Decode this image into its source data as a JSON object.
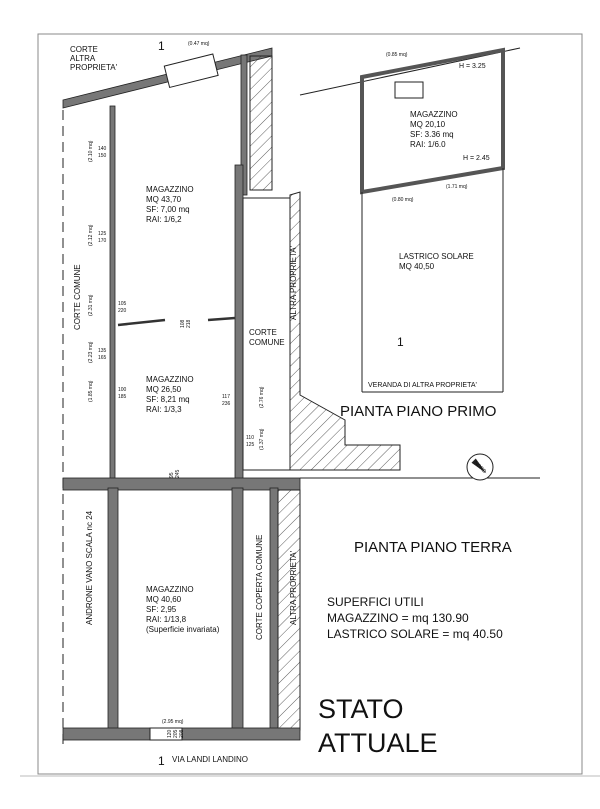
{
  "ground_floor": {
    "title": "PIANTA PIANO TERRA",
    "labels": {
      "corte_altra": [
        "CORTE",
        "ALTRA",
        "PROPRIETA'"
      ],
      "corte_comune_left": "CORTE COMUNE",
      "corte_comune_center": [
        "CORTE",
        "COMUNE"
      ],
      "altra_proprieta_upper": "ALTRA PROPRIETA'",
      "altra_proprieta_lower": "ALTRA PROPRIETA'",
      "androne": "ANDRONE VANO SCALA nc 24",
      "corte_coperta": "CORTE COPERTA COMUNE",
      "street": "VIA LANDI LANDINO",
      "section_mark": "1"
    },
    "rooms": [
      {
        "lines": [
          "MAGAZZINO",
          "MQ 43,70",
          "SF: 7,00 mq",
          "RAI: 1/6,2"
        ]
      },
      {
        "lines": [
          "MAGAZZINO",
          "MQ 26,50",
          "SF: 8,21 mq",
          "RAI: 1/3,3"
        ]
      },
      {
        "lines": [
          "MAGAZZINO",
          "MQ 40,60",
          "SF: 2,95",
          "RAI: 1/13,8",
          "(Superficie invariata)"
        ]
      }
    ],
    "openings": [
      {
        "area": "(0.47 mq)"
      },
      {
        "area": "(2.10 mq)",
        "dims": [
          "140",
          "150"
        ]
      },
      {
        "area": "(2.12 mq)",
        "dims": [
          "125",
          "170"
        ]
      },
      {
        "area": "(2.31 mq)",
        "dims": [
          "105",
          "220"
        ]
      },
      {
        "area": "(2.23 mq)",
        "dims": [
          "135",
          "165"
        ]
      },
      {
        "area": "(1.85 mq)",
        "dims": [
          "100",
          "185"
        ]
      },
      {
        "area": "(2.76 mq)",
        "dims": [
          "117",
          "236"
        ]
      },
      {
        "area": "(1.37 mq)",
        "dims": [
          "110",
          "125"
        ]
      },
      {
        "area": "(2.95 mq)",
        "dims": [
          "120",
          "205",
          "208"
        ]
      }
    ],
    "door_dims": [
      [
        "108",
        "218"
      ],
      [
        "95",
        "245"
      ]
    ]
  },
  "first_floor": {
    "title": "PIANTA PIANO PRIMO",
    "room": {
      "lines": [
        "MAGAZZINO",
        "MQ 20,10",
        "SF: 3.36 mq",
        "RAI: 1/6.0"
      ]
    },
    "height_top": "H = 3.25",
    "height_bottom": "H = 2.45",
    "openings": [
      "(0.85 mq)",
      "(0.80 mq)",
      "(1.71 mq)"
    ],
    "terrace": [
      "LASTRICO SOLARE",
      "MQ 40,50"
    ],
    "veranda": "VERANDA DI ALTRA PROPRIETA'",
    "section_mark": "1"
  },
  "north_label": "NORD",
  "summary": {
    "title": "SUPERFICI UTILI",
    "lines": [
      "MAGAZZINO = mq 130.90",
      "LASTRICO SOLARE = mq 40.50"
    ]
  },
  "status": [
    "STATO",
    "ATTUALE"
  ]
}
